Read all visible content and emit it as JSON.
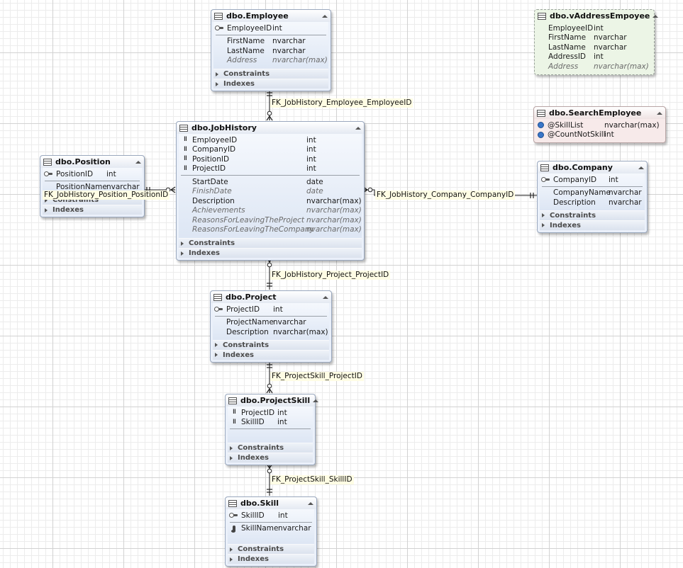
{
  "diagram": {
    "tables": [
      {
        "id": "employee",
        "title": "dbo.Employee",
        "kind": "table",
        "pk": [
          {
            "name": "EmployeeID",
            "type": "int",
            "icon": "pk-key"
          }
        ],
        "cols": [
          {
            "name": "FirstName",
            "type": "nvarchar"
          },
          {
            "name": "LastName",
            "type": "nvarchar"
          },
          {
            "name": "Address",
            "type": "nvarchar(max)",
            "nullable": true
          }
        ],
        "sections": [
          "Constraints",
          "Indexes"
        ]
      },
      {
        "id": "jobhistory",
        "title": "dbo.JobHistory",
        "kind": "table",
        "pk": [
          {
            "name": "EmployeeID",
            "type": "int",
            "icon": "pk-fk-key"
          },
          {
            "name": "CompanyID",
            "type": "int",
            "icon": "pk-fk-key"
          },
          {
            "name": "PositionID",
            "type": "int",
            "icon": "pk-fk-key"
          },
          {
            "name": "ProjectID",
            "type": "int",
            "icon": "pk-fk-key"
          }
        ],
        "cols": [
          {
            "name": "StartDate",
            "type": "date"
          },
          {
            "name": "FinishDate",
            "type": "date",
            "nullable": true
          },
          {
            "name": "Description",
            "type": "nvarchar(max)"
          },
          {
            "name": "Achievements",
            "type": "nvarchar(max)",
            "nullable": true
          },
          {
            "name": "ReasonsForLeavingTheProject",
            "type": "nvarchar(max)",
            "nullable": true
          },
          {
            "name": "ReasonsForLeavingTheCompany",
            "type": "nvarchar(max)",
            "nullable": true
          }
        ],
        "sections": [
          "Constraints",
          "Indexes"
        ]
      },
      {
        "id": "position",
        "title": "dbo.Position",
        "kind": "table",
        "pk": [
          {
            "name": "PositionID",
            "type": "int",
            "icon": "pk-key"
          }
        ],
        "cols": [
          {
            "name": "PositionName",
            "type": "nvarchar"
          }
        ],
        "sections": [
          "Constraints",
          "Indexes"
        ]
      },
      {
        "id": "company",
        "title": "dbo.Company",
        "kind": "table",
        "pk": [
          {
            "name": "CompanyID",
            "type": "int",
            "icon": "pk-key"
          }
        ],
        "cols": [
          {
            "name": "CompanyName",
            "type": "nvarchar"
          },
          {
            "name": "Description",
            "type": "nvarchar"
          }
        ],
        "sections": [
          "Constraints",
          "Indexes"
        ]
      },
      {
        "id": "project",
        "title": "dbo.Project",
        "kind": "table",
        "pk": [
          {
            "name": "ProjectID",
            "type": "int",
            "icon": "pk-key"
          }
        ],
        "cols": [
          {
            "name": "ProjectName",
            "type": "nvarchar"
          },
          {
            "name": "Description",
            "type": "nvarchar(max)"
          }
        ],
        "sections": [
          "Constraints",
          "Indexes"
        ]
      },
      {
        "id": "projectskill",
        "title": "dbo.ProjectSkill",
        "kind": "table",
        "pk": [
          {
            "name": "ProjectID",
            "type": "int",
            "icon": "pk-fk-key"
          },
          {
            "name": "SkillID",
            "type": "int",
            "icon": "pk-fk-key"
          }
        ],
        "cols": [],
        "sections": [
          "Constraints",
          "Indexes"
        ]
      },
      {
        "id": "skill",
        "title": "dbo.Skill",
        "kind": "table",
        "pk": [
          {
            "name": "SkillID",
            "type": "int",
            "icon": "pk-key"
          }
        ],
        "cols": [
          {
            "name": "SkillName",
            "type": "nvarchar",
            "icon": "index-icon"
          }
        ],
        "sections": [
          "Constraints",
          "Indexes"
        ]
      },
      {
        "id": "vaddress",
        "title": "dbo.vAddressEmpoyee",
        "kind": "view",
        "pk": [],
        "cols": [
          {
            "name": "EmployeeID",
            "type": "int"
          },
          {
            "name": "FirstName",
            "type": "nvarchar"
          },
          {
            "name": "LastName",
            "type": "nvarchar"
          },
          {
            "name": "AddressID",
            "type": "int"
          },
          {
            "name": "Address",
            "type": "nvarchar(max)",
            "nullable": true
          }
        ],
        "sections": []
      },
      {
        "id": "searchemployee",
        "title": "dbo.SearchEmployee",
        "kind": "proc",
        "pk": [],
        "cols": [
          {
            "name": "@SkillList",
            "type": "nvarchar(max)",
            "icon": "param-icon"
          },
          {
            "name": "@CountNotSkill",
            "type": "int",
            "icon": "param-icon"
          }
        ],
        "sections": []
      }
    ],
    "relations": [
      {
        "name": "FK_JobHistory_Employee_EmployeeID"
      },
      {
        "name": "FK_JobHistory_Position_PositionID"
      },
      {
        "name": "FK_JobHistory_Company_CompanyID"
      },
      {
        "name": "FK_JobHistory_Project_ProjectID"
      },
      {
        "name": "FK_ProjectSkill_ProjectID"
      },
      {
        "name": "FK_ProjectSkill_SkillID"
      }
    ]
  }
}
